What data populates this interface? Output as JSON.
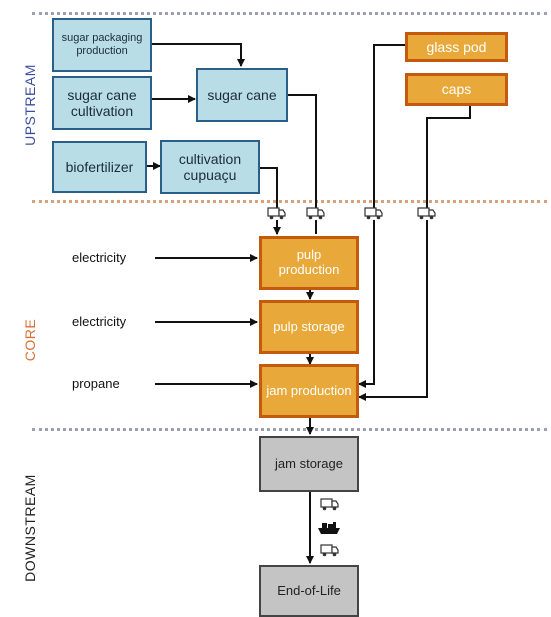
{
  "stages": {
    "upstream": "UPSTREAM",
    "core": "CORE",
    "downstream": "DOWNSTREAM"
  },
  "colors": {
    "upstream_label": "#3a4ea0",
    "core_label": "#d9703a",
    "downstream_label": "#222222",
    "arrow": "#111111"
  },
  "upstream_nodes": {
    "sugar_packaging": "sugar packaging production",
    "sugar_cane_cultivation": "sugar cane cultivation",
    "sugar_cane": "sugar cane",
    "biofertilizer": "biofertilizer",
    "cultivation_cupuacu": "cultivation cupuaçu",
    "glass_pod": "glass pod",
    "caps": "caps"
  },
  "core_nodes": {
    "pulp_production": "pulp production",
    "pulp_storage": "pulp storage",
    "jam_production": "jam production"
  },
  "downstream_nodes": {
    "jam_storage": "jam storage",
    "end_of_life": "End-of-Life"
  },
  "inputs": {
    "electricity_1": "electricity",
    "electricity_2": "electricity",
    "propane": "propane"
  },
  "transport_icons": [
    "truck-icon",
    "truck-icon",
    "truck-icon",
    "truck-icon",
    "truck-icon",
    "ship-icon",
    "truck-icon"
  ]
}
